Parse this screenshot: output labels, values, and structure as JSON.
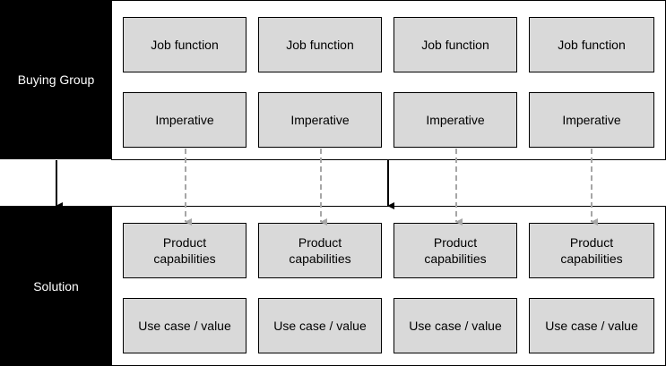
{
  "sections": {
    "buying_group": {
      "label": "Buying  Group",
      "job_function": [
        "Job function",
        "Job function",
        "Job function",
        "Job function"
      ],
      "imperative": [
        "Imperative",
        "Imperative",
        "Imperative",
        "Imperative"
      ]
    },
    "solution": {
      "label": "Solution",
      "product_capabilities": [
        "Product\ncapabilities",
        "Product\ncapabilities",
        "Product\ncapabilities",
        "Product\ncapabilities"
      ],
      "use_case": [
        "Use case / value",
        "Use case / value",
        "Use case / value",
        "Use case / value"
      ]
    }
  },
  "colors": {
    "label_bg": "#000000",
    "box_fill": "#d9d9d9",
    "dashed_arrow": "#a6a6a6",
    "solid_arrow": "#000000"
  }
}
